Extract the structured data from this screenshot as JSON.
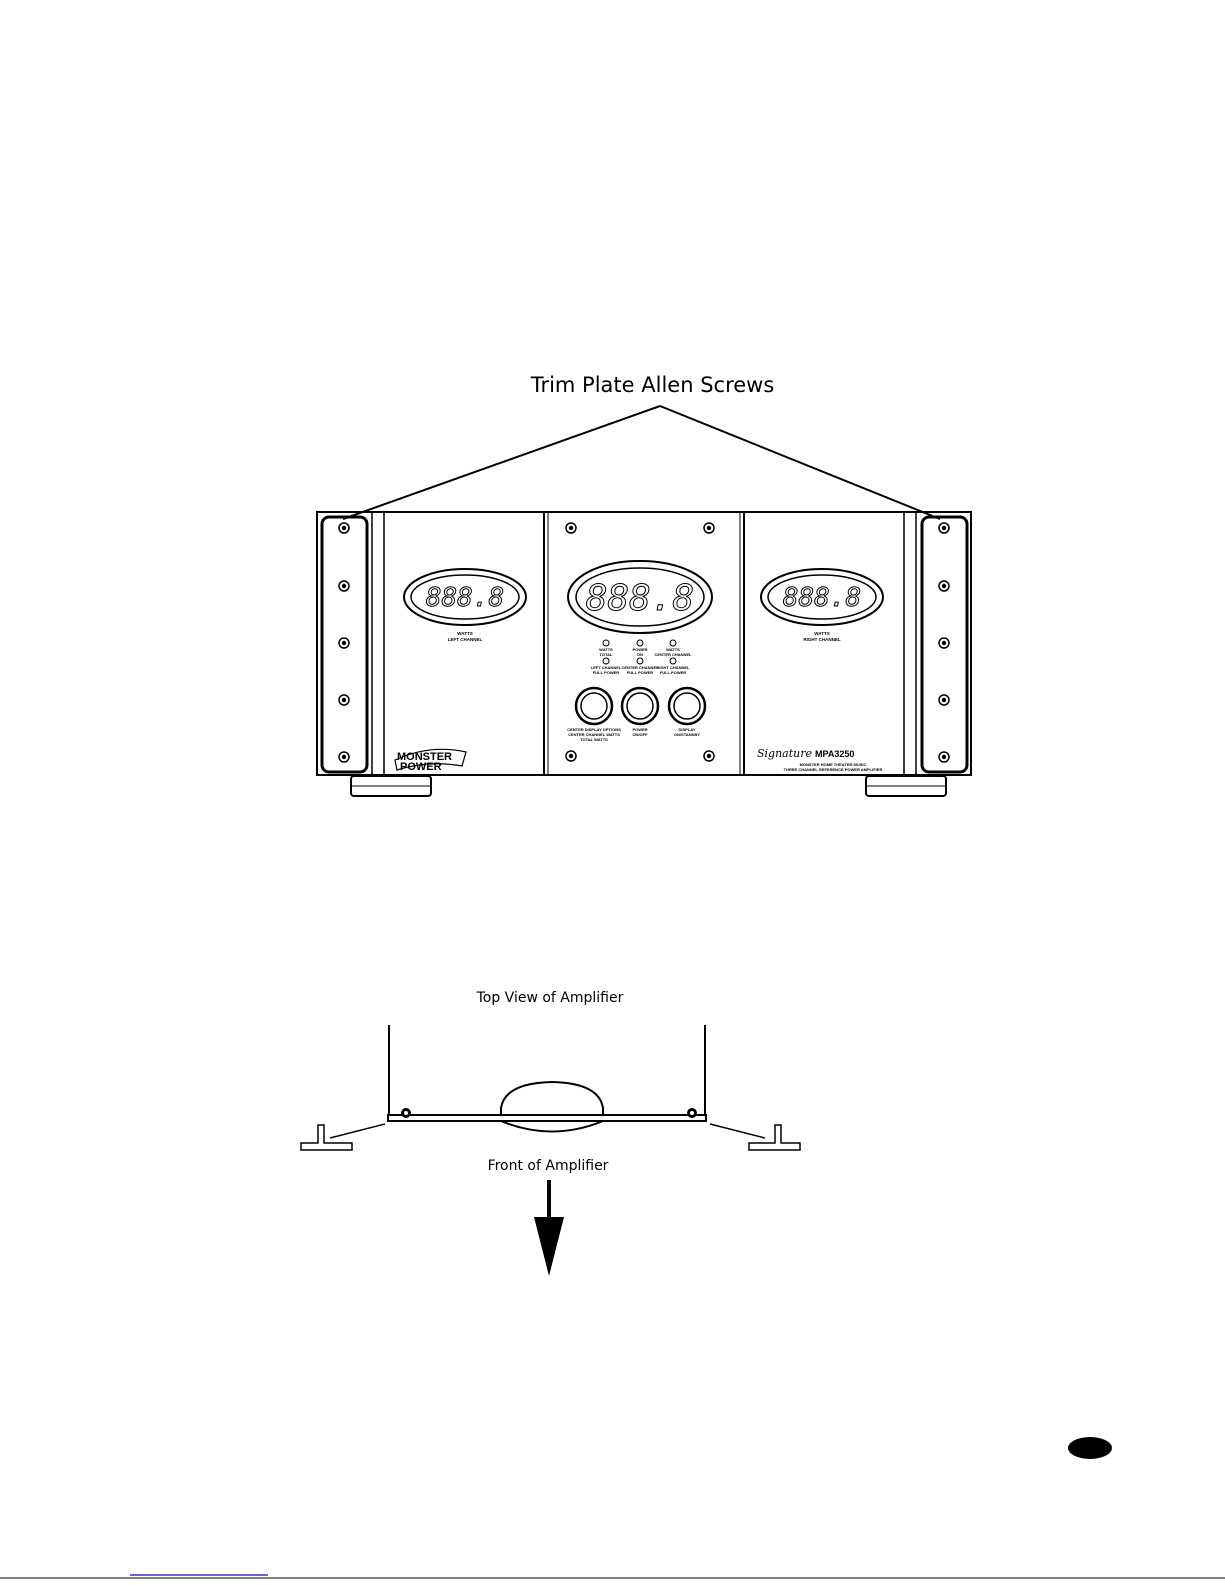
{
  "callout": {
    "title": "Trim Plate Allen Screws"
  },
  "front_panel": {
    "display_readout": "888.8",
    "left_display_caption": [
      "WATTS",
      "LEFT CHANNEL"
    ],
    "right_display_caption": [
      "WATTS",
      "RIGHT CHANNEL"
    ],
    "indicators": [
      [
        "WATTS",
        "TOTAL"
      ],
      [
        "POWER",
        "ON"
      ],
      [
        "WATTS",
        "CENTER CHANNEL"
      ],
      [
        "LEFT CHANNEL",
        "FULL POWER"
      ],
      [
        "CENTER CHANNEL",
        "FULL POWER"
      ],
      [
        "RIGHT CHANNEL",
        "FULL POWER"
      ]
    ],
    "buttons": [
      [
        "CENTER DISPLAY OPTIONS",
        "CENTER CHANNEL WATTS",
        "TOTAL WATTS"
      ],
      [
        "POWER",
        "ON/OFF"
      ],
      [
        "DISPLAY",
        "ON/STANDBY"
      ]
    ],
    "brand_logo": [
      "MONSTER",
      "POWER"
    ],
    "model_script": "Signature",
    "model_number": "MPA3250",
    "model_description": [
      "MONSTER HOME THEATER MUSIC",
      "THREE CHANNEL REFERENCE POWER AMPLIFIER"
    ]
  },
  "top_view": {
    "title": "Top View of Amplifier",
    "front_label": "Front of Amplifier"
  },
  "icons": [
    "allen-screw-icon",
    "down-arrow-icon",
    "page-number-badge-icon"
  ],
  "colors": {
    "ink": "#000000",
    "paper": "#ffffff",
    "footer_rule": "#3333cc"
  }
}
